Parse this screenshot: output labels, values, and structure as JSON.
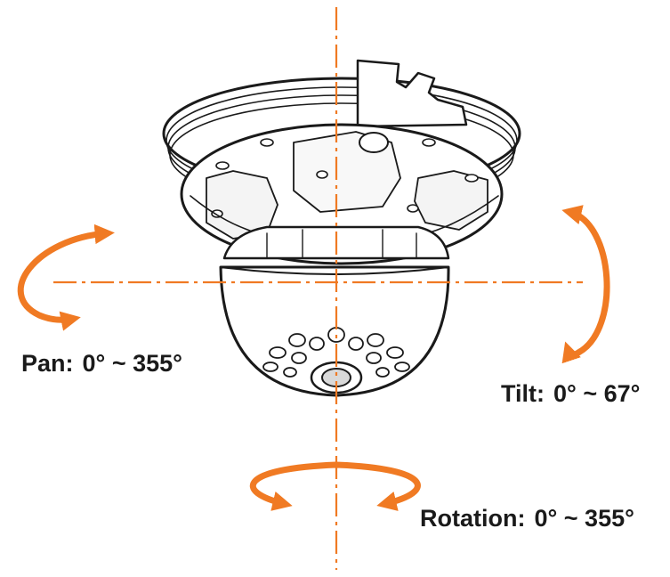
{
  "colors": {
    "accent": "#f07a23",
    "outline": "#1a1a1a",
    "shade": "#d9d9d9",
    "text": "#1a1a1a"
  },
  "pan": {
    "label": "Pan:",
    "range": "0° ~ 355°"
  },
  "tilt": {
    "label": "Tilt:",
    "range": "0° ~ 67°"
  },
  "rotation": {
    "label": "Rotation:",
    "range": "0° ~ 355°"
  }
}
